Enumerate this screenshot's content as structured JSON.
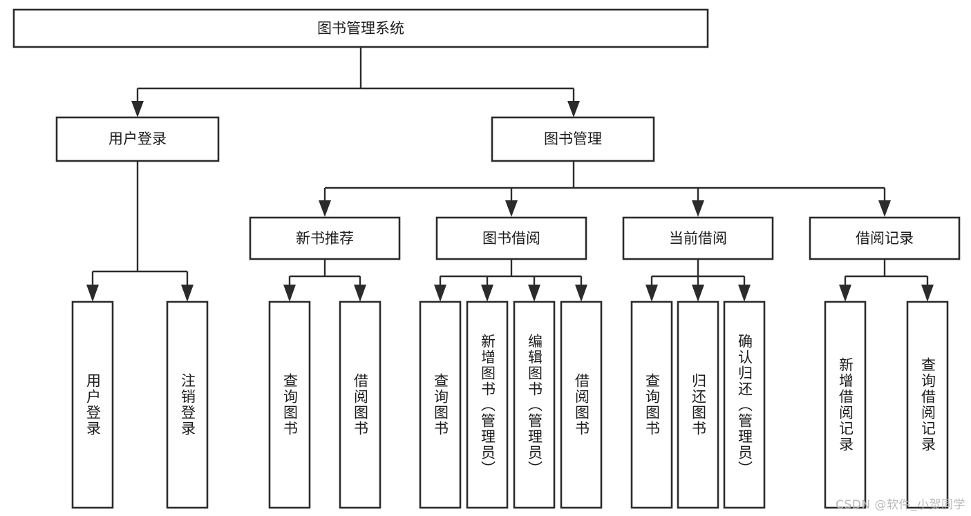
{
  "diagram": {
    "type": "tree",
    "title": "图书管理系统",
    "orientation": "top-down",
    "background_color": "#ffffff",
    "box_stroke_color": "#2b2b2b",
    "connector_color": "#2b2b2b",
    "label_color": "#1c1c1c"
  },
  "nodes": {
    "root": {
      "label": "图书管理系统",
      "level": 0
    },
    "l1": [
      {
        "label": "用户登录",
        "level": 1
      },
      {
        "label": "图书管理",
        "level": 1
      }
    ],
    "l2": [
      {
        "label": "新书推荐",
        "level": 2
      },
      {
        "label": "图书借阅",
        "level": 2
      },
      {
        "label": "当前借阅",
        "level": 2
      },
      {
        "label": "借阅记录",
        "level": 2
      }
    ],
    "leaves": [
      {
        "label": "用户登录",
        "parent": "用户登录"
      },
      {
        "label": "注销登录",
        "parent": "用户登录"
      },
      {
        "label": "查询图书",
        "parent": "新书推荐"
      },
      {
        "label": "借阅图书",
        "parent": "新书推荐"
      },
      {
        "label": "查询图书",
        "parent": "图书借阅"
      },
      {
        "label": "新增图书（管理员）",
        "parent": "图书借阅"
      },
      {
        "label": "编辑图书（管理员）",
        "parent": "图书借阅"
      },
      {
        "label": "借阅图书",
        "parent": "图书借阅"
      },
      {
        "label": "查询图书",
        "parent": "当前借阅"
      },
      {
        "label": "归还图书",
        "parent": "当前借阅"
      },
      {
        "label": "确认归还（管理员）",
        "parent": "当前借阅"
      },
      {
        "label": "新增借阅记录",
        "parent": "借阅记录"
      },
      {
        "label": "查询借阅记录",
        "parent": "借阅记录"
      }
    ]
  },
  "watermark": {
    "text": "CSDN @软件_小贺同学"
  }
}
